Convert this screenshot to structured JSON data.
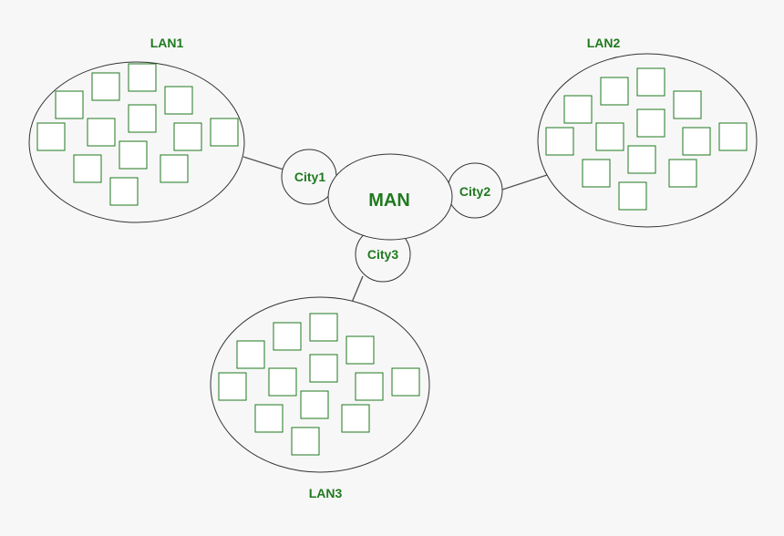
{
  "labels": {
    "man": "MAN",
    "city1": "City1",
    "city2": "City2",
    "city3": "City3",
    "lan1": "LAN1",
    "lan2": "LAN2",
    "lan3": "LAN3"
  },
  "lans": [
    {
      "id": "lan1",
      "name": "LAN1",
      "connects_to": "city1",
      "node_count": 13
    },
    {
      "id": "lan2",
      "name": "LAN2",
      "connects_to": "city2",
      "node_count": 13
    },
    {
      "id": "lan3",
      "name": "LAN3",
      "connects_to": "city3",
      "node_count": 13
    }
  ],
  "colors": {
    "label_green": "#1f7a1f",
    "node_border": "#1f7a1f",
    "shape_stroke": "#333333",
    "background": "#f7f7f7"
  }
}
